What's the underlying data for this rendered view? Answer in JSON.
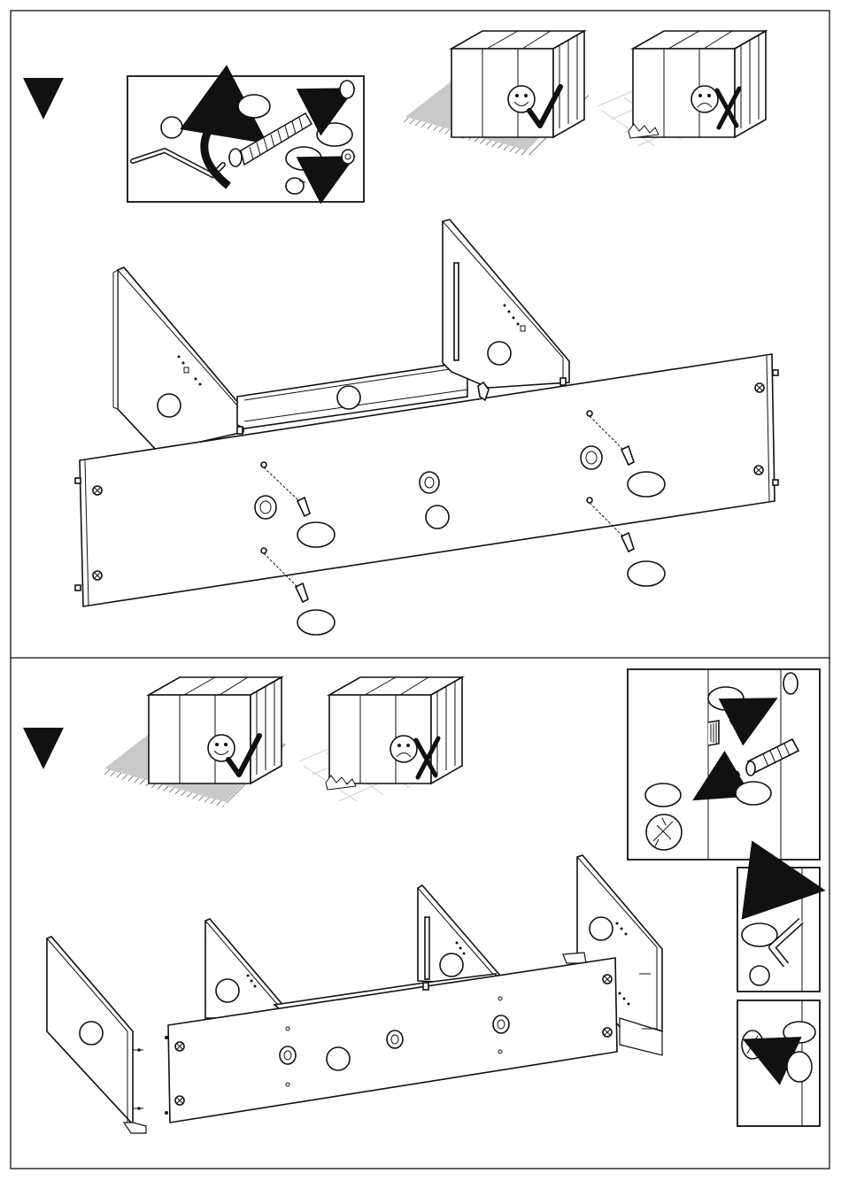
{
  "document": {
    "type": "assembly-instructions",
    "steps": [
      {
        "indicator": "step-triangle",
        "callouts": {
          "round": 4,
          "oval": 7
        },
        "detail_box": {
          "icons": [
            "crank-tool-icon",
            "rotate-arrow-icon",
            "bolt-icon",
            "cam-cap-icon"
          ]
        },
        "orientation": [
          {
            "icon": "smiley-icon",
            "mark": "checkmark-icon",
            "surface": "protective-mat"
          },
          {
            "icon": "frown-icon",
            "mark": "cross-icon",
            "surface": "hard-floor"
          }
        ]
      },
      {
        "indicator": "step-triangle",
        "callouts": {
          "round": 4,
          "oval": 5
        },
        "detail_boxes": [
          {
            "icons": [
              "dowel-icon",
              "bolt-icon",
              "screw-head-icon"
            ]
          },
          {
            "icons": [
              "rotate-arrow-icon",
              "hex-key-icon"
            ]
          },
          {
            "icons": [
              "screw-head-icon",
              "cap-icon"
            ]
          }
        ],
        "orientation": [
          {
            "icon": "smiley-icon",
            "mark": "checkmark-icon",
            "surface": "protective-mat"
          },
          {
            "icon": "frown-icon",
            "mark": "cross-icon",
            "surface": "hard-floor"
          }
        ]
      }
    ]
  }
}
